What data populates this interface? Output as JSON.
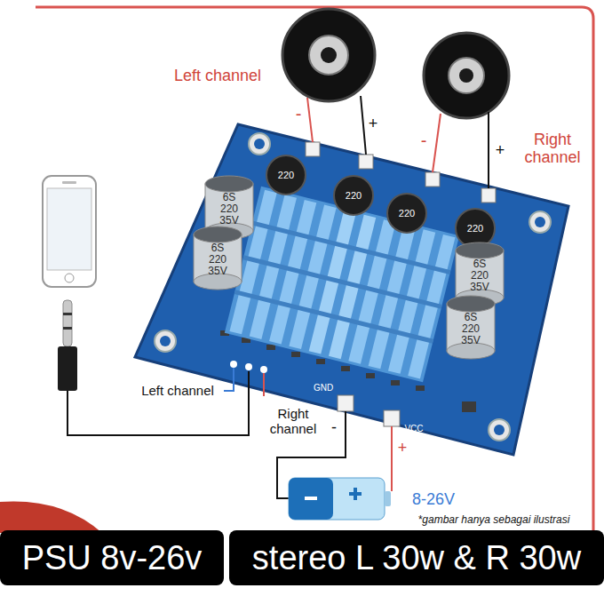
{
  "diagram": {
    "nodes": [
      {
        "text": [
          "PSU 8v-26v"
        ]
      },
      {
        "text": [
          "stereo L 30w & R 30w"
        ]
      }
    ],
    "labels": [
      "Left channel",
      "-",
      "+",
      "-",
      "+",
      "Right channel",
      "220",
      "220",
      "220",
      "220",
      "6S",
      "220",
      "35V",
      "6S",
      "220",
      "35V",
      "6S",
      "220",
      "35V",
      "6S",
      "220",
      "35V",
      "GND",
      "VCC",
      "Left channel",
      "Right channel",
      "-",
      "+",
      "8-26V",
      "*gambar hanya sebagai ilustrasi"
    ]
  }
}
